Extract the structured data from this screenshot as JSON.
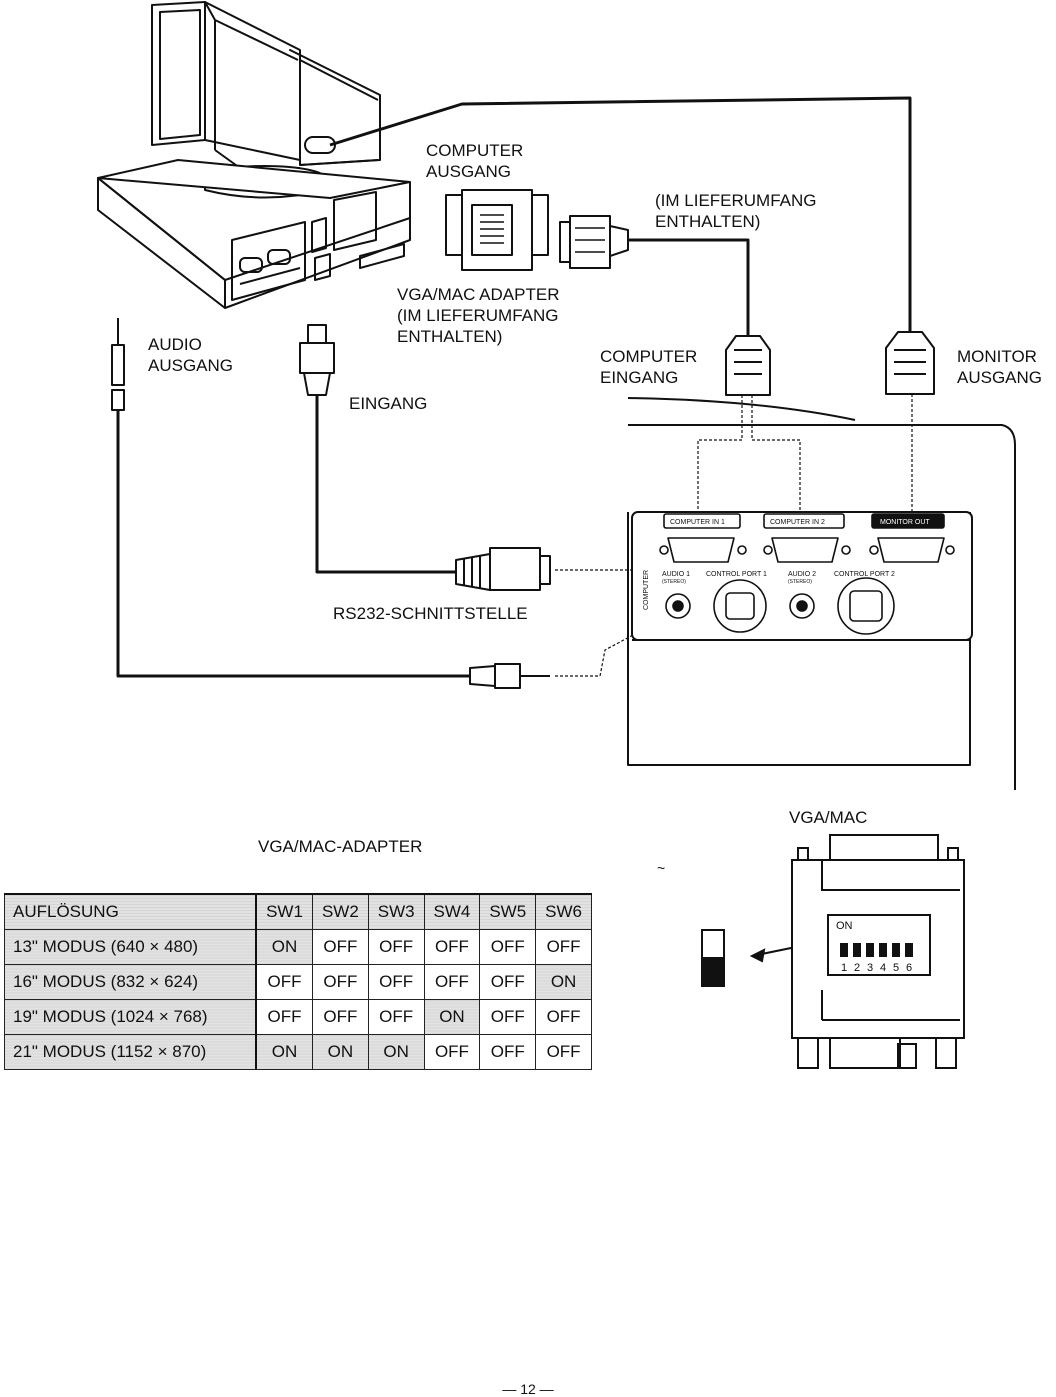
{
  "diagram": {
    "labels": {
      "computer_ausgang": [
        "COMPUTER",
        "AUSGANG"
      ],
      "im_lieferumfang_top": [
        "(IM LIEFERUMFANG",
        "ENTHALTEN)"
      ],
      "vga_mac_adapter": [
        "VGA/MAC ADAPTER",
        "(IM LIEFERUMFANG",
        "ENTHALTEN)"
      ],
      "audio_ausgang": [
        "AUDIO",
        "AUSGANG"
      ],
      "eingang": "EINGANG",
      "computer_eingang": [
        "COMPUTER",
        "EINGANG"
      ],
      "monitor_ausgang": [
        "MONITOR",
        "AUSGANG"
      ],
      "rs232": "RS232-SCHNITTSTELLE"
    },
    "panel": {
      "computer_in_1": "COMPUTER IN 1",
      "computer_in_2": "COMPUTER IN 2",
      "monitor_out": "MONITOR OUT",
      "computer_side": "COMPUTER",
      "audio_1": "AUDIO 1",
      "audio_1_sub": "(STEREO)",
      "control_port_1": "CONTROL PORT 1",
      "audio_2": "AUDIO 2",
      "audio_2_sub": "(STEREO)",
      "control_port_2": "CONTROL PORT 2"
    }
  },
  "table": {
    "title": "VGA/MAC-ADAPTER",
    "headers": [
      "AUFLÖSUNG",
      "SW1",
      "SW2",
      "SW3",
      "SW4",
      "SW5",
      "SW6"
    ],
    "rows": [
      [
        "13\" MODUS (640 × 480)",
        "ON",
        "OFF",
        "OFF",
        "OFF",
        "OFF",
        "OFF"
      ],
      [
        "16\" MODUS (832 × 624)",
        "OFF",
        "OFF",
        "OFF",
        "OFF",
        "OFF",
        "ON"
      ],
      [
        "19\" MODUS (1024 × 768)",
        "OFF",
        "OFF",
        "OFF",
        "ON",
        "OFF",
        "OFF"
      ],
      [
        "21\" MODUS (1152 × 870)",
        "ON",
        "ON",
        "ON",
        "OFF",
        "OFF",
        "OFF"
      ]
    ]
  },
  "adapter_detail": {
    "title": "VGA/MAC",
    "tilde": "~",
    "on_label": "ON",
    "switch_numbers": [
      "1",
      "2",
      "3",
      "4",
      "5",
      "6"
    ]
  },
  "footer": {
    "page": "— 12 —"
  }
}
